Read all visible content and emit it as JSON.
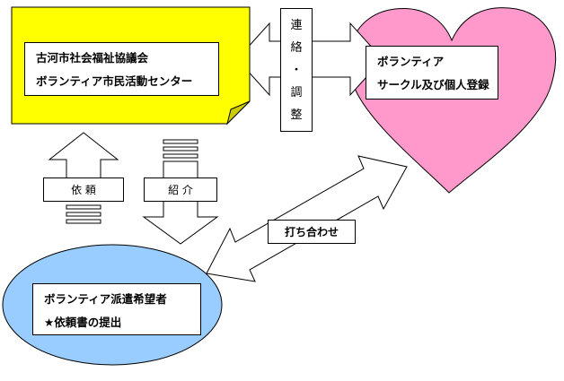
{
  "center": {
    "line1": "古河市社会福祉協議会",
    "line2": "ボランティア市民活動センター",
    "fill": "#ffff00"
  },
  "circle_registry": {
    "line1": "ボランティア",
    "line2": "サークル及び個人登録",
    "fill": "#ff99cc"
  },
  "requester": {
    "line1": "ボランティア派遣希望者",
    "line2": "★依頼書の提出",
    "fill": "#99ccff"
  },
  "coordination": {
    "chars": [
      "連",
      "絡",
      "・",
      "調",
      "整"
    ]
  },
  "request_label": "依 頼",
  "introduction_label": "紹 介",
  "contact_label": "打ち合わせ"
}
